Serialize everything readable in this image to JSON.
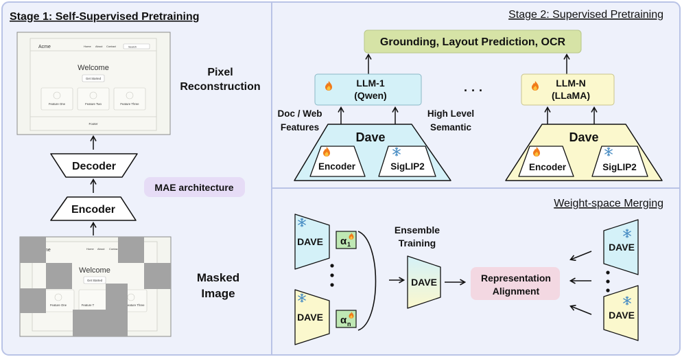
{
  "stage1": {
    "title": "Stage 1: Self-Supervised Pretraining",
    "pixel_recon": [
      "Pixel",
      "Reconstruction"
    ],
    "decoder": "Decoder",
    "encoder": "Encoder",
    "mae": "MAE architecture",
    "masked": [
      "Masked",
      "Image"
    ],
    "webpage": {
      "logo": "Acme",
      "nav": [
        "Home",
        "About",
        "Contact"
      ],
      "search": "Search",
      "heading": "Welcome",
      "cta": "Get Started",
      "features": [
        "Feature One",
        "Feature Two",
        "Feature Three"
      ],
      "footer": "Footer",
      "masked_logo": "me",
      "masked_nav": "Contac",
      "masked_feature_two": "Feature T"
    }
  },
  "stage2": {
    "title": "Stage 2: Supervised Pretraining",
    "tasks": "Grounding, Layout Prediction, OCR",
    "llm1": [
      "LLM-1",
      "(Qwen)"
    ],
    "llmn": [
      "LLM-N",
      "(LLaMA)"
    ],
    "ellipsis": "· · ·",
    "doc_web": [
      "Doc / Web",
      "Features"
    ],
    "high_level": [
      "High Level",
      "Semantic"
    ],
    "dave": "Dave",
    "encoder": "Encoder",
    "siglip": "SigLIP2"
  },
  "merge": {
    "title": "Weight-space Merging",
    "dave": "DAVE",
    "alpha1": "α",
    "alpha1_sub": "1",
    "alphan": "α",
    "alphan_sub": "n",
    "ensemble": [
      "Ensemble",
      "Training"
    ],
    "rep_align": [
      "Representation",
      "Alignment"
    ]
  },
  "colors": {
    "panel_bg": "#eef1fb",
    "panel_border": "#b9c3e6",
    "task_green": "#d6e3a6",
    "llm1_blue": "#d4f1f8",
    "llmn_yellow": "#fbf8cd",
    "mae_purple": "#e6dcf6",
    "rep_pink": "#f3d8e2",
    "alpha_green": "#bfe8b4",
    "mask_gray": "#a3a3a3"
  },
  "icons": [
    "fire-icon",
    "snowflake-icon"
  ]
}
